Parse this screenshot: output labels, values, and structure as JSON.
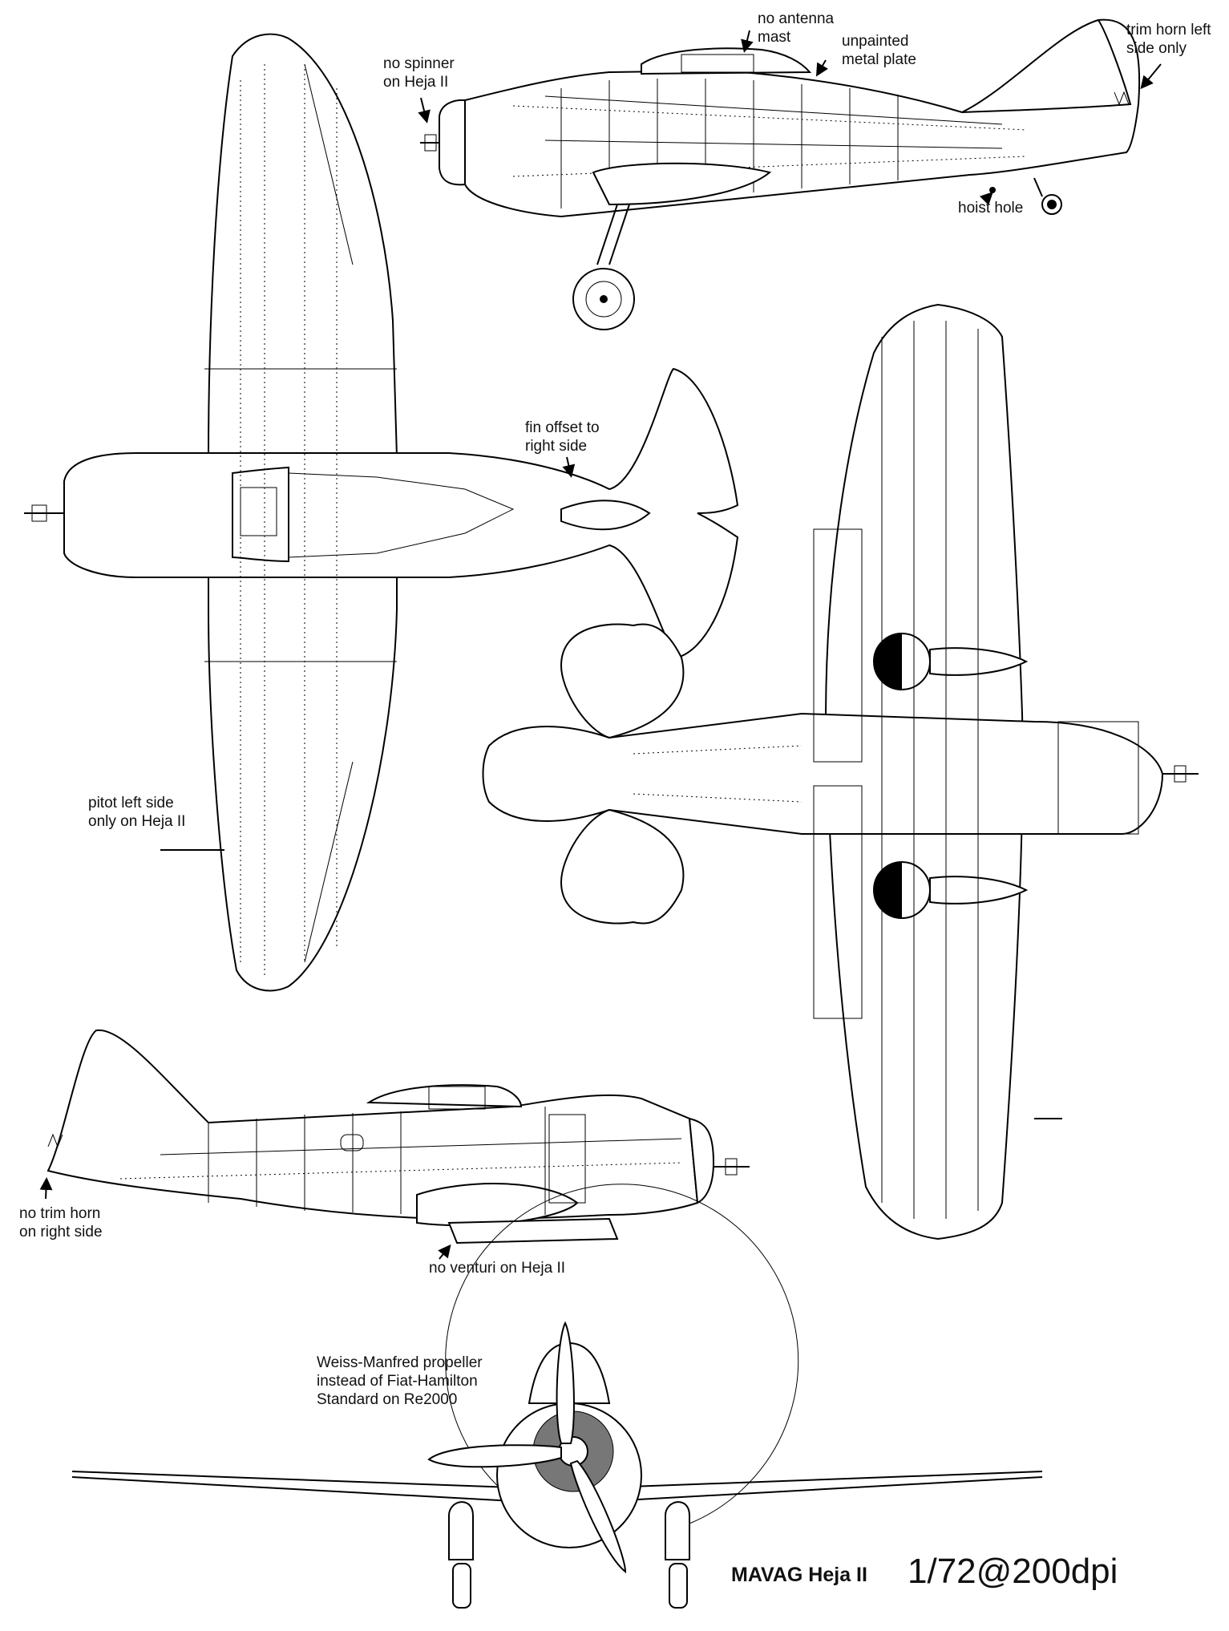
{
  "annotations": {
    "antenna": "no antenna\nmast",
    "metal_plate": "unpainted\nmetal plate",
    "trim_horn_left": "trim horn left\nside only",
    "spinner": "no spinner\non Heja II",
    "hoist_hole": "hoist hole",
    "fin_offset": "fin offset to\nright side",
    "pitot": "pitot left side\nonly on Heja II",
    "trim_horn_right": "no trim horn\non right side",
    "venturi": "no venturi on Heja II",
    "propeller": "Weiss-Manfred propeller\ninstead of Fiat-Hamilton\nStandard on Re2000"
  },
  "title": {
    "aircraft": "MAVAG Heja II",
    "scale": "1/72@200dpi"
  }
}
